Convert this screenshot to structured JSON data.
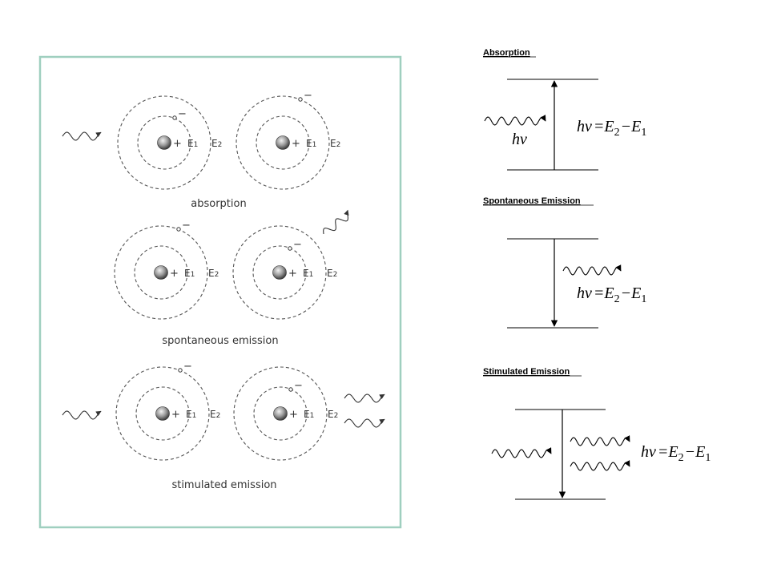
{
  "colors": {
    "frame_border": "#9fcfbf",
    "orbit": "#555555",
    "nucleus_dark": "#444444",
    "nucleus_light": "#e6e6e6",
    "ink": "#000000"
  },
  "left_panel": {
    "rows": [
      {
        "caption": "absorption",
        "atoms": [
          {
            "electron": "outer-near-inner"
          },
          {
            "electron": "outer"
          }
        ]
      },
      {
        "caption": "spontaneous emission",
        "atoms": [
          {
            "electron": "outer"
          },
          {
            "electron": "inner"
          }
        ]
      },
      {
        "caption": "stimulated emission",
        "atoms": [
          {
            "electron": "outer"
          },
          {
            "electron": "inner"
          }
        ]
      }
    ],
    "nucleus_label": "+",
    "electron_label": "−",
    "level_labels": {
      "e1_main": "E",
      "e1_sub": "1",
      "e2_main": "E",
      "e2_sub": "2"
    }
  },
  "right_panel": {
    "sections": [
      {
        "heading": "Absorption"
      },
      {
        "heading": "Spontaneous Emission"
      },
      {
        "heading": "Stimulated Emission"
      }
    ],
    "photon_label": "hν",
    "equation": {
      "lhs": "hν",
      "eq": "=",
      "e2": "E",
      "e2_sub": "2",
      "minus": "−",
      "e1": "E",
      "e1_sub": "1"
    }
  }
}
